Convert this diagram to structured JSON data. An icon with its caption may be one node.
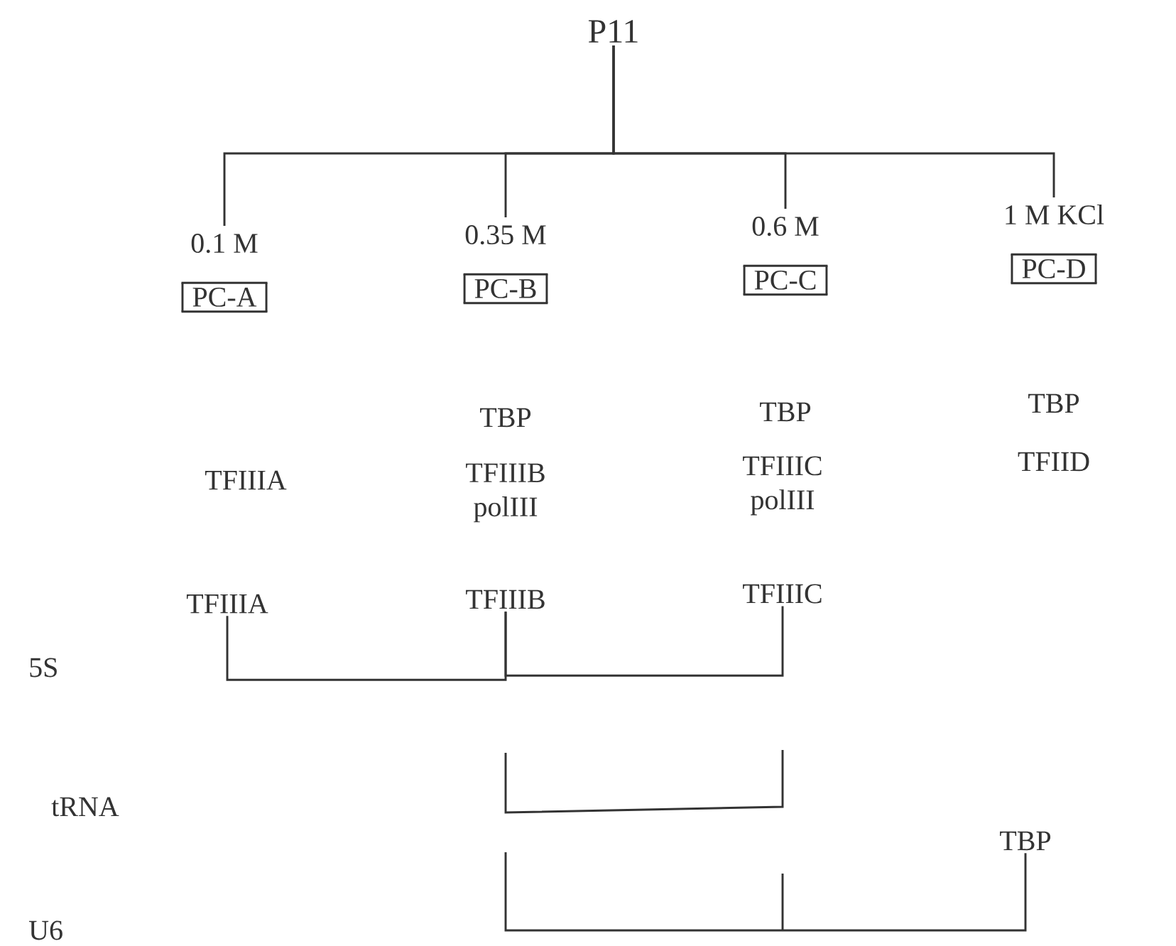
{
  "diagram": {
    "nodes": [
      {
        "text": [
          "P11"
        ]
      },
      {
        "text": [
          "0.1 M",
          "PC-A"
        ]
      },
      {
        "text": [
          "0.35 M",
          "PC-B"
        ]
      },
      {
        "text": [
          "0.6 M",
          "PC-C"
        ]
      },
      {
        "text": [
          "1 M  KCl",
          "PC-D"
        ]
      },
      {
        "text": [
          "TFIIIA"
        ]
      },
      {
        "text": [
          "TFIIIB"
        ]
      },
      {
        "text": [
          "TFIIIC"
        ]
      },
      {
        "text": [
          "TBP"
        ]
      }
    ],
    "edges": [
      {
        "from": 0,
        "to": 1,
        "arrow": "none"
      },
      {
        "from": 0,
        "to": 2,
        "arrow": "none"
      },
      {
        "from": 0,
        "to": 3,
        "arrow": "none"
      },
      {
        "from": 0,
        "to": 4,
        "arrow": "none"
      },
      {
        "from": 5,
        "to": 6,
        "arrow": "none"
      },
      {
        "from": 6,
        "to": 7,
        "arrow": "none"
      },
      {
        "from": null,
        "to": 8,
        "arrow": "none"
      }
    ],
    "labels": [
      "TBP",
      "TBP",
      "TBP",
      "TFIIIA",
      "TFIIIB polIII",
      "TFIIIC polIII",
      "TFIID",
      "5S",
      "tRNA",
      "U6"
    ]
  }
}
